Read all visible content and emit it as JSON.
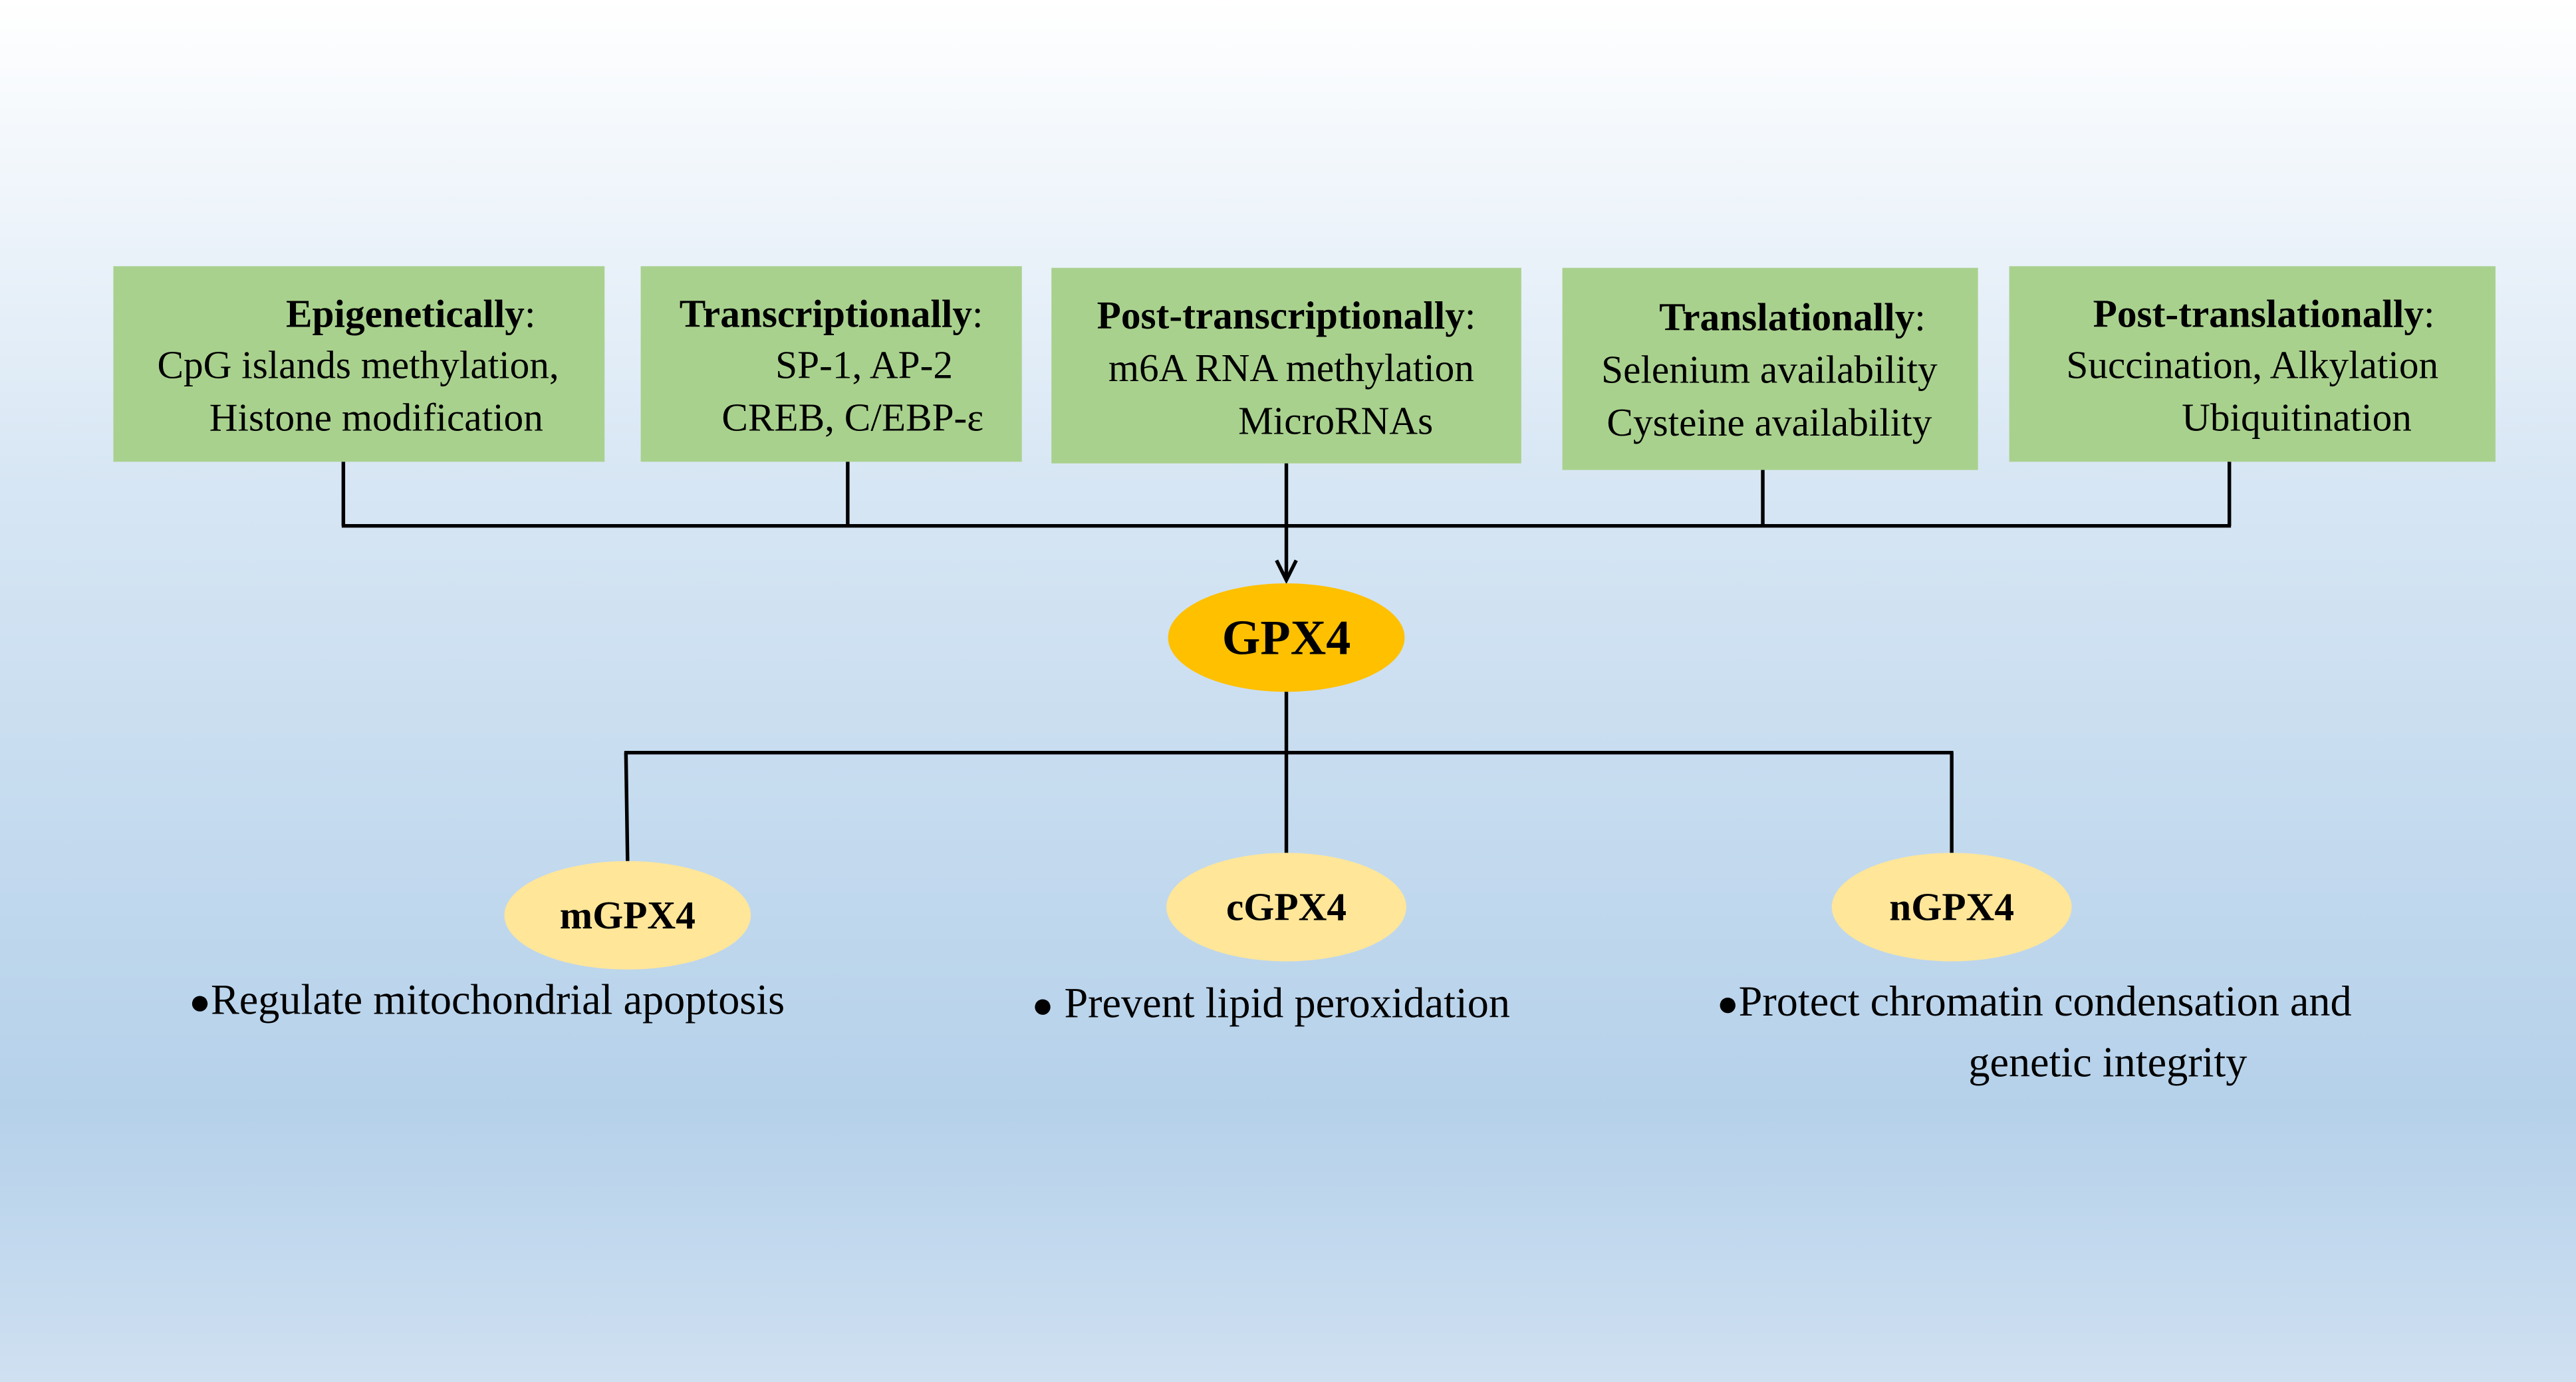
{
  "colors": {
    "background_top": "#ffffff",
    "background_bottom": "#b7d3ec",
    "box_fill": "#a9d18e",
    "gpx4_fill": "#ffc000",
    "isoform_fill": "#ffe699",
    "line": "#000000"
  },
  "regulation_boxes": [
    {
      "heading": "Epigenetically",
      "lines": [
        "CpG islands methylation,",
        "Histone modification"
      ]
    },
    {
      "heading": "Transcriptionally",
      "lines": [
        "SP-1, AP-2",
        "CREB, C/EBP-ε"
      ]
    },
    {
      "heading": "Post-transcriptionally",
      "lines": [
        "m6A RNA methylation",
        "MicroRNAs"
      ]
    },
    {
      "heading": "Translationally",
      "lines": [
        "Selenium availability",
        "Cysteine availability"
      ]
    },
    {
      "heading": "Post-translationally",
      "lines": [
        "Succination, Alkylation",
        "Ubiquitination"
      ]
    }
  ],
  "center_node": {
    "label": "GPX4"
  },
  "isoforms": [
    {
      "label": "mGPX4",
      "bullet": "●",
      "function_lines": [
        "Regulate mitochondrial apoptosis"
      ]
    },
    {
      "label": "cGPX4",
      "bullet": "●",
      "function_lines": [
        " Prevent lipid peroxidation"
      ]
    },
    {
      "label": "nGPX4",
      "bullet": "●",
      "function_lines": [
        "Protect chromatin condensation and",
        "genetic integrity"
      ]
    }
  ]
}
